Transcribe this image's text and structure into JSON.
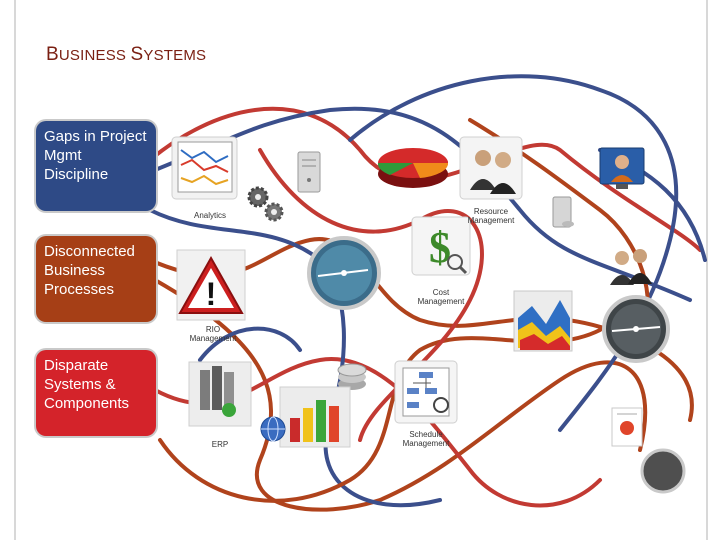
{
  "title": {
    "first_letter": "B",
    "rest_a": "USINESS ",
    "second_letter": "S",
    "rest_b": "YSTEMS"
  },
  "categories": [
    {
      "text": "Gaps in Project Mgmt Discipline",
      "color": "#2e4a86"
    },
    {
      "text": "Disconnected Business Processes",
      "color": "#a63f16"
    },
    {
      "text": "Disparate Systems & Components",
      "color": "#d4232a"
    }
  ],
  "nodes": {
    "analytics": "Analytics",
    "resource_management": "Resource Management",
    "cost_management": "Cost Management",
    "rio_management": "RIO Management",
    "erp": "ERP",
    "schedule_management": "Schedule Management"
  },
  "colors": {
    "blue_line": "#3b4f8c",
    "brown_line": "#b0431c",
    "red_line": "#c23a33"
  }
}
